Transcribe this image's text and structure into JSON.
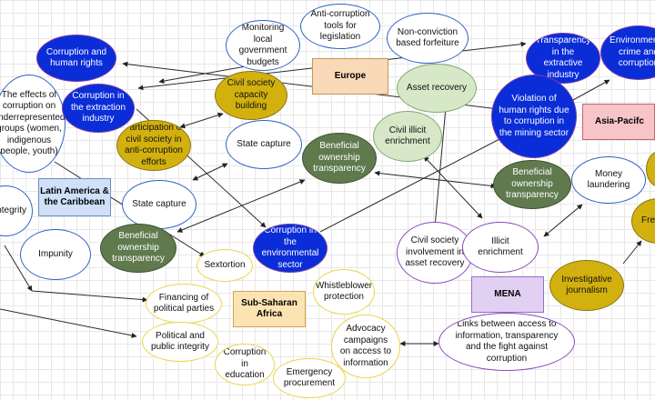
{
  "regions": {
    "europe": "Europe",
    "asia_pacific": "Asia-Pacifc",
    "latin_america": "Latin America & the Caribbean",
    "mena": "MENA",
    "ssa": "Sub-Saharan Africa"
  },
  "nodes": {
    "anti_corruption_tools": "Anti-corruption tools for legislation",
    "monitoring_budgets": "Monitoring local government budgets",
    "non_conviction": "Non-conviction based forfeiture",
    "corruption_human_rights": "Corruption and human rights",
    "transparency_extractive": "Transparency in the extractive industry",
    "environmental_crime": "Environmental crime and corruption",
    "effects_underrepresented": "The effects of corruption on underrepresented groups (women, indigenous people, youth)",
    "corruption_extraction": "Corruption in the extraction industry",
    "civil_society_capacity": "Civil society capacity building",
    "asset_recovery_eu": "Asset recovery",
    "violation_human_rights": "Violation of human rights due to corruption in the mining sector",
    "participation_civil": "Participation of civil society in anti-corruption efforts",
    "state_capture_eu": "State capture",
    "bo_transparency_eu": "Beneficial ownership transparency",
    "civil_illicit": "Civil illicit enrichment",
    "bo_transparency_ap": "Beneficial ownership transparency",
    "money_laundering": "Money laundering",
    "integrity": "Integrity",
    "state_capture_la": "State capture",
    "bo_transparency_la": "Beneficial ownership transparency",
    "corruption_environment": "Corruption in the environmental sector",
    "civil_society_asset": "Civil society involvement in asset recovery",
    "illicit_enrichment": "Illicit enrichment",
    "press_freedom": "Fre ex",
    "impunity": "Impunity",
    "sextortion": "Sextortion",
    "whistleblower": "Whistleblower protection",
    "investigative_journalism": "Investigative journalism",
    "financing_parties": "Financing of political parties",
    "political_integrity": "Political and public integrity",
    "advocacy_campaigns": "Advocacy campaigns on access to information",
    "links_access": "Links between access to information, transparency and the fight against corruption",
    "corruption_education": "Corruption in education",
    "emergency_procurement": "Emergency procurement"
  }
}
